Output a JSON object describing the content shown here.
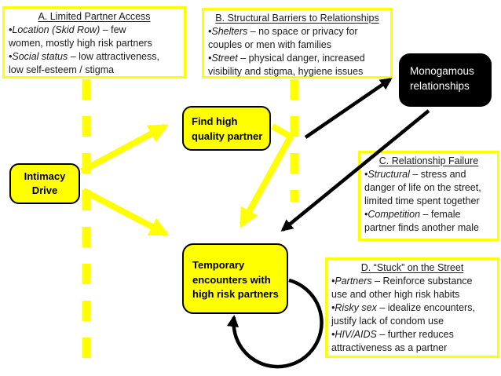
{
  "colors": {
    "accent_yellow": "#FFFF00",
    "node_fill": "#FFFF00",
    "node_border": "#000000",
    "dark_node_fill": "#000000",
    "dark_node_text": "#FFFFFF",
    "callout_border": "#FFFF00",
    "background": "#FFFFFF",
    "black_arrow": "#000000"
  },
  "callouts": {
    "a": {
      "title": "A. Limited Partner Access",
      "segments": [
        {
          "t": "•Location (Skid Row)",
          "i": true
        },
        {
          "t": " – few",
          "i": false
        },
        {
          "br": true
        },
        {
          "t": "women, mostly high risk partners",
          "i": false
        },
        {
          "br": true
        },
        {
          "t": "•Social status",
          "i": true
        },
        {
          "t": " – low attractiveness,",
          "i": false
        },
        {
          "br": true
        },
        {
          "t": "low self-esteem / stigma",
          "i": false
        }
      ]
    },
    "b": {
      "title": "B. Structural Barriers to Relationships",
      "segments": [
        {
          "t": "•Shelters",
          "i": true
        },
        {
          "t": " – no space or privacy for",
          "i": false
        },
        {
          "br": true
        },
        {
          "t": "couples or men with families",
          "i": false
        },
        {
          "br": true
        },
        {
          "t": "•Street",
          "i": true
        },
        {
          "t": " – physical danger, increased",
          "i": false
        },
        {
          "br": true
        },
        {
          "t": "visibility and stigma, hygiene issues",
          "i": false
        }
      ]
    },
    "c": {
      "title": "C. Relationship Failure",
      "segments": [
        {
          "t": "•Structural",
          "i": true
        },
        {
          "t": " – stress and",
          "i": false
        },
        {
          "br": true
        },
        {
          "t": "danger of life on the street,",
          "i": false
        },
        {
          "br": true
        },
        {
          "t": "limited time spent together",
          "i": false
        },
        {
          "br": true
        },
        {
          "t": "•Competition",
          "i": true
        },
        {
          "t": " – female",
          "i": false
        },
        {
          "br": true
        },
        {
          "t": "partner finds another male",
          "i": false
        }
      ]
    },
    "d": {
      "title": "D. “Stuck” on the Street",
      "segments": [
        {
          "t": "•Partners",
          "i": true
        },
        {
          "t": " – Reinforce substance",
          "i": false
        },
        {
          "br": true
        },
        {
          "t": "use and other high risk habits",
          "i": false
        },
        {
          "br": true
        },
        {
          "t": "•Risky sex",
          "i": true
        },
        {
          "t": " – idealize encounters,",
          "i": false
        },
        {
          "br": true
        },
        {
          "t": "justify lack of condom use",
          "i": false
        },
        {
          "br": true
        },
        {
          "t": "•HIV/AIDS",
          "i": true
        },
        {
          "t": " – further reduces",
          "i": false
        },
        {
          "br": true
        },
        {
          "t": "attractiveness as a partner",
          "i": false
        }
      ]
    }
  },
  "nodes": {
    "intimacy": {
      "label": "Intimacy Drive",
      "lines": [
        "Intimacy",
        "Drive"
      ]
    },
    "find": {
      "label": "Find high quality partner",
      "lines": [
        "Find high",
        "quality partner"
      ]
    },
    "temporary": {
      "label": "Temporary encounters with high risk partners",
      "lines": [
        "Temporary",
        "encounters with",
        "high risk partners"
      ]
    },
    "monogamous": {
      "label": "Monogamous relationships",
      "lines": [
        "Monogamous",
        "relationships"
      ]
    }
  },
  "edges": [
    {
      "name": "intimacy-to-find",
      "style": "yellow-solid-arrow"
    },
    {
      "name": "intimacy-to-temporary",
      "style": "yellow-solid-arrow"
    },
    {
      "name": "find-to-temporary",
      "style": "yellow-solid-arrow"
    },
    {
      "name": "find-to-monogamous",
      "style": "black-arrow"
    },
    {
      "name": "monogamous-to-temporary",
      "style": "black-arrow"
    },
    {
      "name": "temporary-self-loop",
      "style": "black-arrow-loop"
    },
    {
      "name": "dashed-line-below-a",
      "style": "yellow-dashed"
    },
    {
      "name": "dashed-line-below-b",
      "style": "yellow-dashed"
    }
  ]
}
